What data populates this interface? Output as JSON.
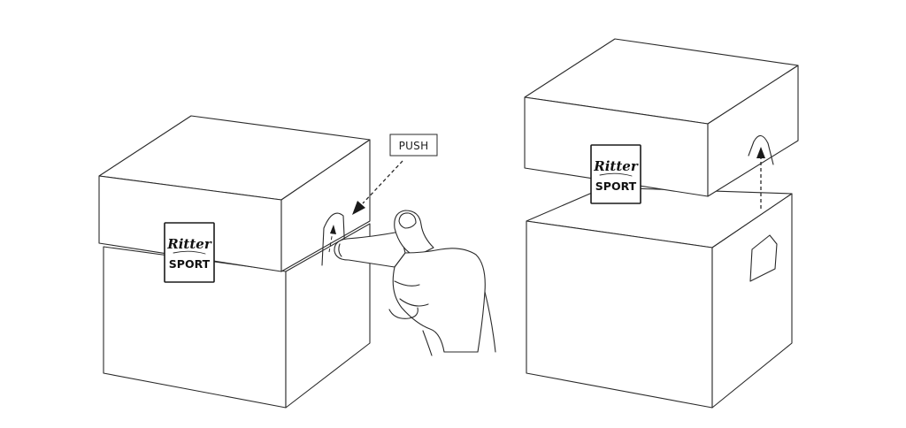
{
  "push_label": {
    "text": "PUSH"
  },
  "logo_left": {
    "line1": "Ritter",
    "line2": "SPORT"
  },
  "logo_right": {
    "line1": "Ritter",
    "line2": "SPORT"
  }
}
